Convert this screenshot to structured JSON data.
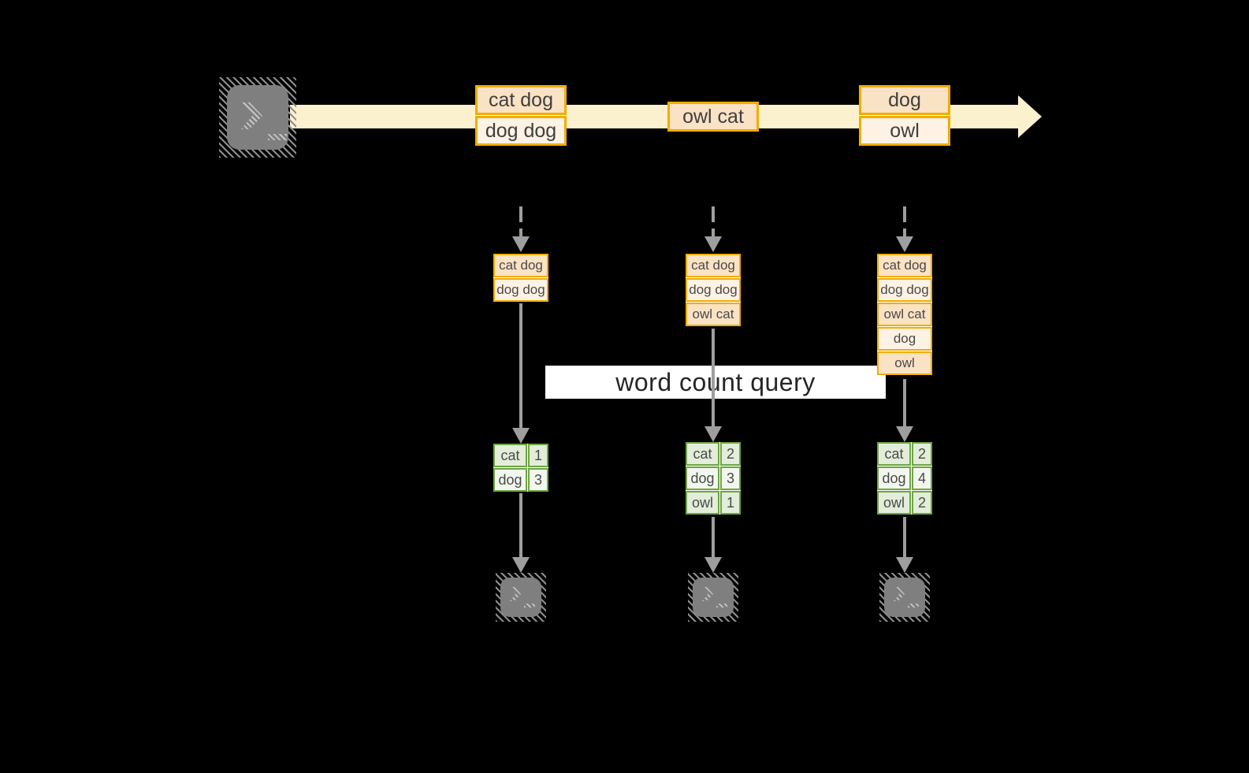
{
  "diagram": {
    "banner_label": "word count query",
    "stream": {
      "source_icon": "terminal-icon",
      "batches": [
        {
          "rows": [
            "cat dog",
            "dog dog"
          ]
        },
        {
          "rows": [
            "owl cat"
          ]
        },
        {
          "rows": [
            "dog",
            "owl"
          ]
        }
      ]
    },
    "columns": [
      {
        "accumulated": [
          "cat dog",
          "dog dog"
        ],
        "counts": [
          [
            "cat",
            "1"
          ],
          [
            "dog",
            "3"
          ]
        ],
        "sink_icon": "terminal-icon"
      },
      {
        "accumulated": [
          "cat dog",
          "dog dog",
          "owl cat"
        ],
        "counts": [
          [
            "cat",
            "2"
          ],
          [
            "dog",
            "3"
          ],
          [
            "owl",
            "1"
          ]
        ],
        "sink_icon": "terminal-icon"
      },
      {
        "accumulated": [
          "cat dog",
          "dog dog",
          "owl cat",
          "dog",
          "owl"
        ],
        "counts": [
          [
            "cat",
            "2"
          ],
          [
            "dog",
            "4"
          ],
          [
            "owl",
            "2"
          ]
        ],
        "sink_icon": "terminal-icon"
      }
    ],
    "colors": {
      "amber_border": "#F2AC00",
      "peach_dark": "#FAE2C4",
      "peach_light": "#FDF2E3",
      "stream_band": "#FCF1CE",
      "green_border": "#6EA543",
      "green_cell_dark": "#E2EDDA",
      "green_cell_light": "#F2F7EE",
      "arrow_gray": "#9E9E9E",
      "terminal_gray": "#7F7F7F"
    }
  }
}
